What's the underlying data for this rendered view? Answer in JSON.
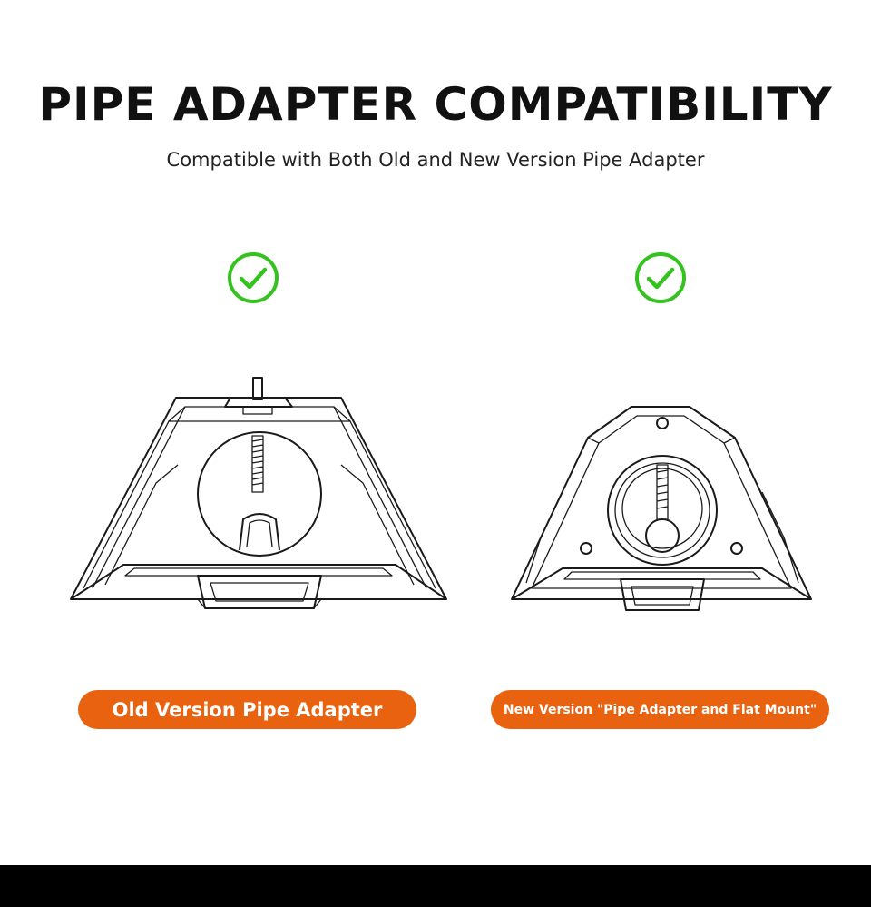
{
  "header": {
    "title": "PIPE ADAPTER COMPATIBILITY",
    "subtitle": "Compatible with Both Old and New Version Pipe Adapter"
  },
  "products": [
    {
      "label": "Old Version Pipe Adapter",
      "icon": "check-circle-icon"
    },
    {
      "label": "New Version \"Pipe Adapter and Flat Mount\"",
      "icon": "check-circle-icon"
    }
  ],
  "colors": {
    "accent": "#E8620F",
    "check": "#33C21E",
    "bottom_bar": "#000000"
  }
}
